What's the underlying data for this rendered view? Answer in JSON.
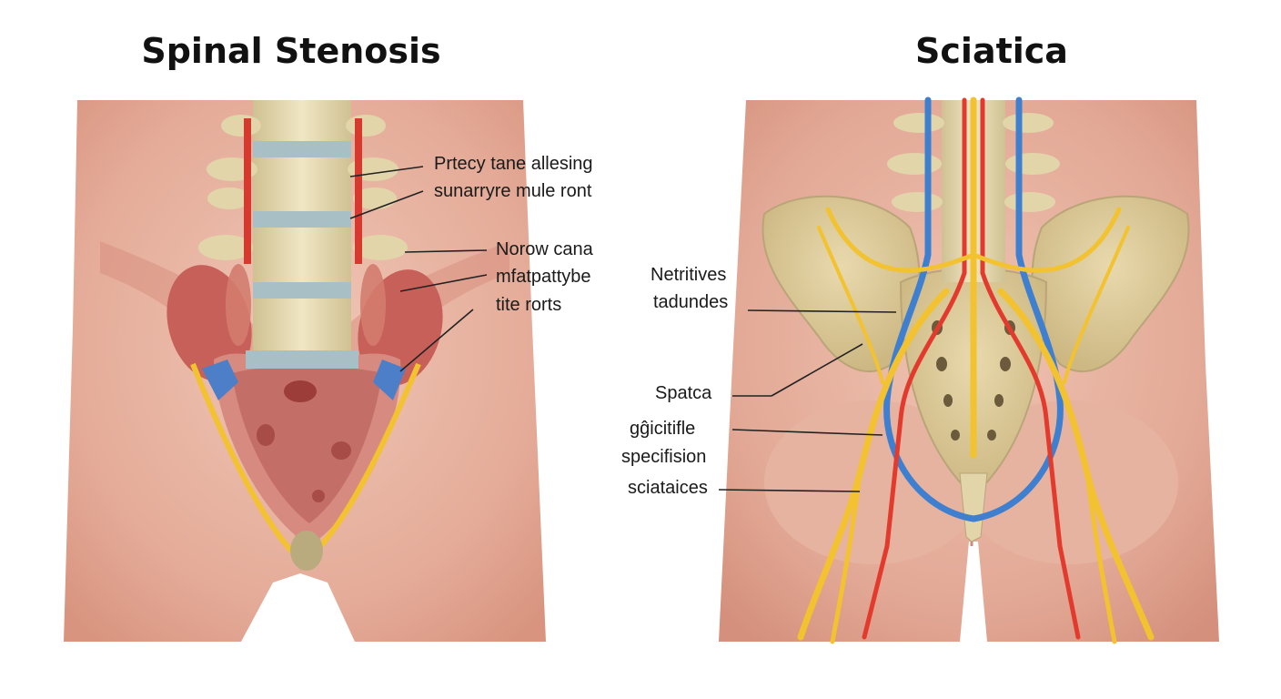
{
  "left_panel": {
    "title": "Spinal Stenosis",
    "labels": [
      "Prtecy tane allesing",
      "sunarryre mule ront",
      "Norow cana",
      "mfatpattybe",
      "tite rorts"
    ]
  },
  "right_panel": {
    "title": "Sciatica",
    "labels": [
      "Netritives",
      "tadundes",
      "Spatca",
      "gĝicitifle",
      "specifision",
      "sciataices"
    ]
  },
  "colors": {
    "skin": "#e8b5a3",
    "skin_dark": "#d99583",
    "bone": "#e9ddb5",
    "disc": "#a9bfc6",
    "nerve": "#f2c230",
    "artery": "#e23b2e",
    "vein": "#3f7fcf",
    "muscle": "#cf6e62"
  }
}
